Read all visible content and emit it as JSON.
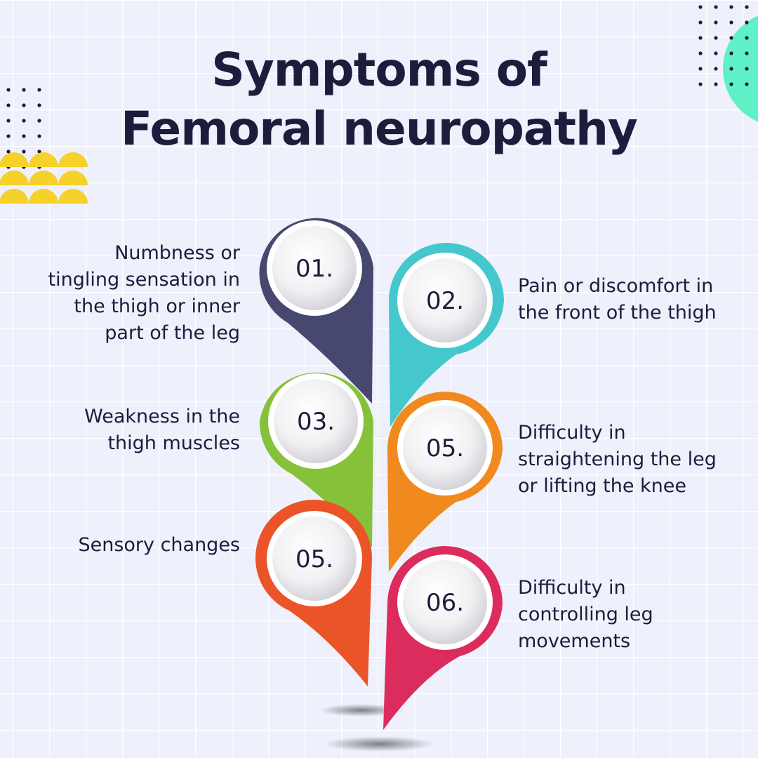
{
  "title": {
    "line1": "Symptoms of",
    "line2": "Femoral neuropathy"
  },
  "items": [
    {
      "number": "01.",
      "text": "Numbness or tingling sensation in the thigh or inner part of the leg",
      "color": "#474870"
    },
    {
      "number": "02.",
      "text": "Pain or discomfort in the front of the thigh",
      "color": "#45c8cd"
    },
    {
      "number": "03.",
      "text": "Weakness in the thigh muscles",
      "color": "#86c13a"
    },
    {
      "number": "05.",
      "text": "Difficulty in straightening the leg or lifting the knee",
      "color": "#f08a1e"
    },
    {
      "number": "05.",
      "text": "Sensory changes",
      "color": "#ea5428"
    },
    {
      "number": "06.",
      "text": "Difficulty in controlling leg movements",
      "color": "#dc2b5d"
    }
  ],
  "colors": {
    "background": "#eef0fb",
    "text": "#1c1c3c",
    "decor_yellow": "#f6d12a",
    "decor_mint": "#5ff0c5"
  }
}
